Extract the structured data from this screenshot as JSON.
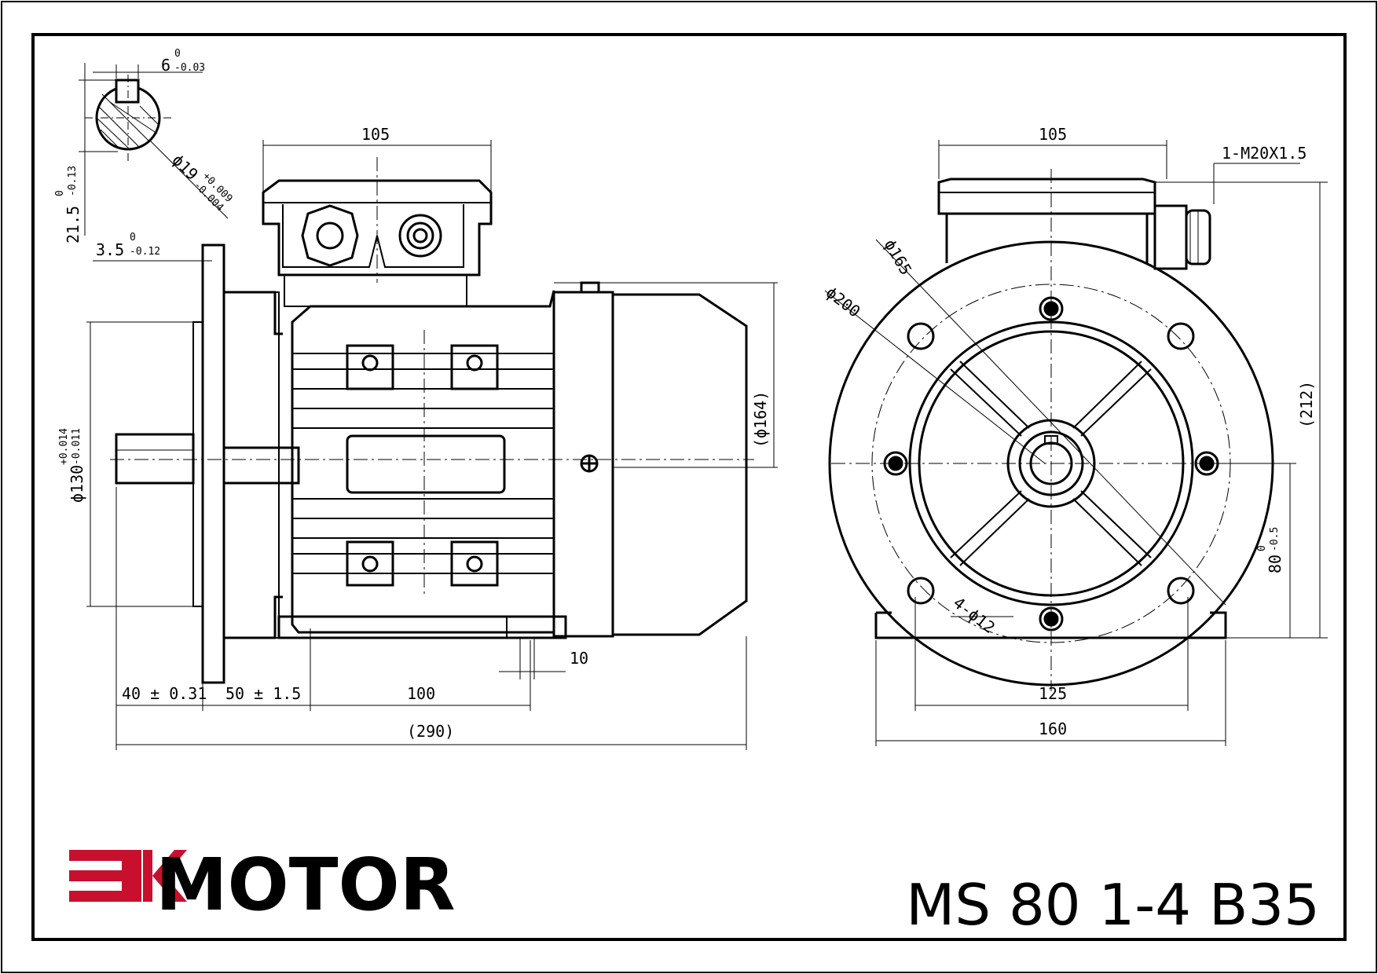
{
  "dimensions": {
    "top_width_side": "105",
    "top_width_end": "105",
    "keyway_width": "6",
    "keyway_width_upper": "0",
    "keyway_width_lower": "-0.03",
    "shaft_dia": "ϕ19",
    "shaft_dia_upper": "+0.009",
    "shaft_dia_lower": "-0.004",
    "key_height": "21.5",
    "key_height_upper": "0",
    "key_height_lower": "-0.13",
    "flange_thickness": "3.5",
    "flange_thickness_upper": "0",
    "flange_thickness_lower": "-0.12",
    "spigot_dia": "ϕ130",
    "spigot_dia_upper": "+0.014",
    "spigot_dia_lower": "-0.011",
    "body_dia": "(ϕ164)",
    "cable_gland": "1-M20X1.5",
    "pcd_165": "ϕ165",
    "flange_200": "ϕ200",
    "overall_height": "(212)",
    "shaft_height": "80",
    "shaft_height_upper": "0",
    "shaft_height_lower": "-0.5",
    "foot_holes": "4-ϕ12",
    "foot_slot": "10",
    "shaft_length": "40 ± 0.31",
    "flange_to_foot": "50 ± 1.5",
    "foot_spacing_side": "100",
    "overall_length": "(290)",
    "foot_spacing_end": "125",
    "base_width": "160"
  },
  "brand": {
    "logo_mark": "EK",
    "name": "MOTOR",
    "accent": "#c8102e"
  },
  "model": "MS 80 1-4 B35"
}
